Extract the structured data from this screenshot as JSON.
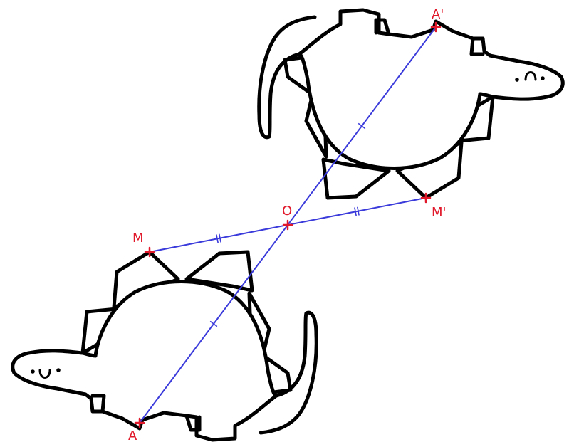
{
  "diagram": {
    "colors": {
      "segment": "#3b3bdb",
      "point": "#e0182a",
      "outline": "#000000"
    },
    "points": {
      "O": {
        "label": "O"
      },
      "M": {
        "label": "M"
      },
      "M_prime": {
        "label": "M'"
      },
      "A": {
        "label": "A"
      },
      "A_prime": {
        "label": "A'"
      }
    },
    "shapes": [
      "stegosaurus",
      "stegosaurus-image-by-point-symmetry"
    ]
  }
}
